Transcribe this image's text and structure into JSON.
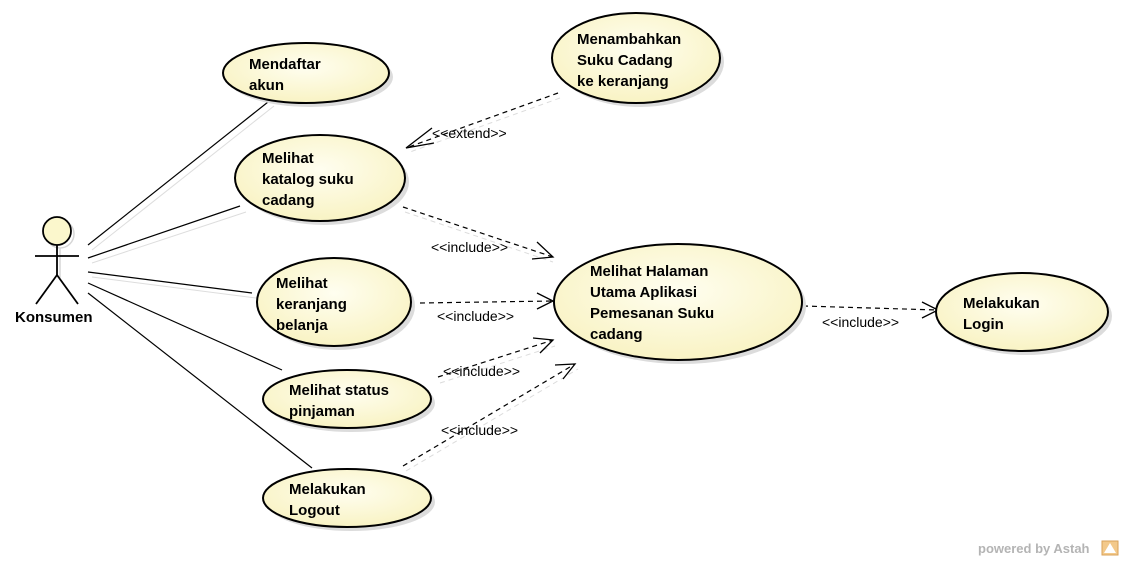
{
  "actor": {
    "name": "Konsumen"
  },
  "use_cases": {
    "daftar": [
      "Mendaftar",
      "akun"
    ],
    "katalog": [
      "Melihat",
      "katalog suku",
      "cadang"
    ],
    "keranjang": [
      "Melihat",
      "keranjang",
      "belanja"
    ],
    "status": [
      "Melihat status",
      "pinjaman"
    ],
    "logout": [
      "Melakukan",
      "Logout"
    ],
    "tambah": [
      "Menambahkan",
      "Suku Cadang",
      "ke keranjang"
    ],
    "halaman": [
      "Melihat Halaman",
      "Utama Aplikasi",
      "Pemesanan Suku",
      "cadang"
    ],
    "login": [
      "Melakukan",
      "Login"
    ]
  },
  "relations": {
    "extend": "<<extend>>",
    "include_katalog": "<<include>>",
    "include_keranjang": "<<include>>",
    "include_status": "<<include>>",
    "include_logout": "<<include>>",
    "include_login": "<<include>>"
  },
  "branding": {
    "text": "powered by Astah"
  },
  "colors": {
    "use_case_fill": "#fbf7cc",
    "stroke": "#000000",
    "shadow": "#cfcfcf"
  }
}
